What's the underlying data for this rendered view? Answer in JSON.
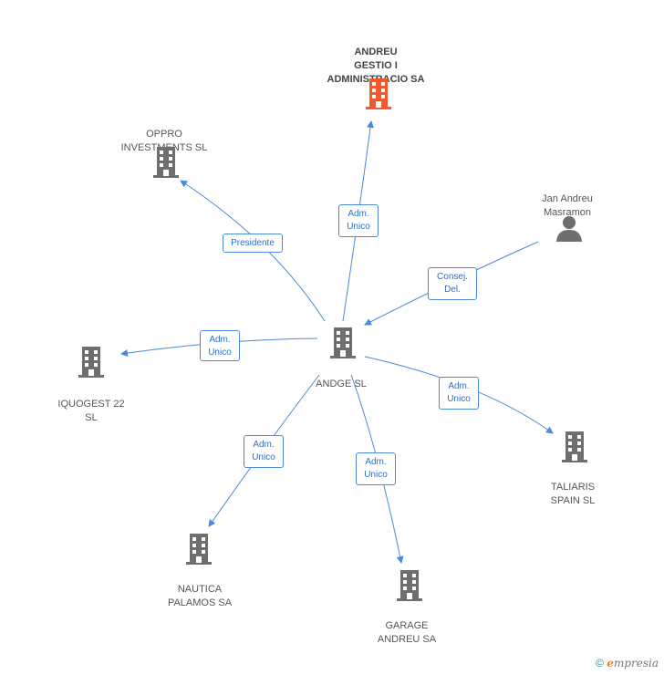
{
  "colors": {
    "edge": "#4a89dc",
    "building": "#6e6e6e",
    "highlight": "#f2592c",
    "person": "#6e6e6e"
  },
  "nodes": {
    "andreu_gestio": {
      "label": "ANDREU\nGESTIO I\nADMINISTRACIO SA",
      "icon": "building-icon",
      "highlight": true
    },
    "oppro": {
      "label": "OPPRO\nINVESTMENTS SL",
      "icon": "building-icon"
    },
    "jan_andreu": {
      "label": "Jan Andreu\nMasramon",
      "icon": "person-icon"
    },
    "andge": {
      "label": "ANDGE SL",
      "icon": "building-icon"
    },
    "iquogest": {
      "label": "IQUOGEST 22\nSL",
      "icon": "building-icon"
    },
    "taliaris": {
      "label": "TALIARIS\nSPAIN SL",
      "icon": "building-icon"
    },
    "nautica": {
      "label": "NAUTICA\nPALAMOS SA",
      "icon": "building-icon"
    },
    "garage": {
      "label": "GARAGE\nANDREU SA",
      "icon": "building-icon"
    }
  },
  "edges": {
    "to_andreu_gestio": {
      "label": "Adm.\nUnico"
    },
    "to_oppro": {
      "label": "Presidente"
    },
    "from_jan": {
      "label": "Consej.\nDel."
    },
    "to_iquogest": {
      "label": "Adm.\nUnico"
    },
    "to_taliaris": {
      "label": "Adm.\nUnico"
    },
    "to_nautica": {
      "label": "Adm.\nUnico"
    },
    "to_garage": {
      "label": "Adm.\nUnico"
    }
  },
  "footer": {
    "copyright": "©",
    "brand_first": "e",
    "brand_rest": "mpresia"
  }
}
